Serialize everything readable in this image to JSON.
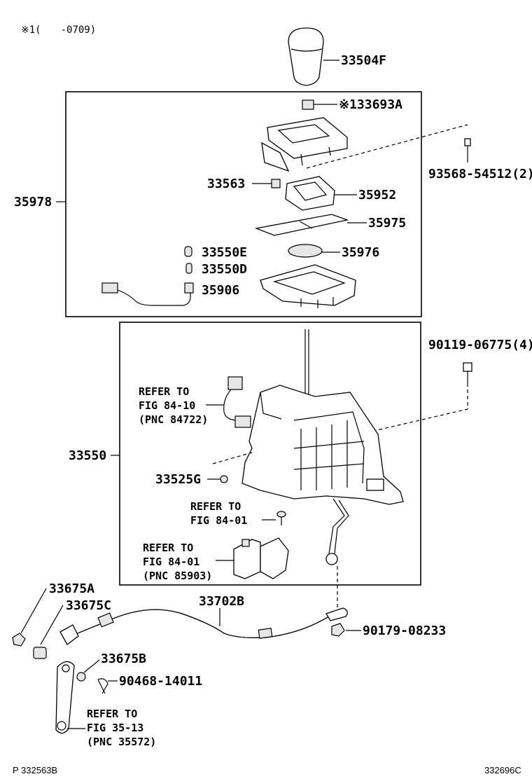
{
  "header_note": "※1(　　-0709)",
  "parts": {
    "p33504F": "33504F",
    "p33693A": "※133693A",
    "p93568": "93568-54512(2)",
    "p35978": "35978",
    "p33563": "33563",
    "p35952": "35952",
    "p35975": "35975",
    "p33550E": "33550E",
    "p35976": "35976",
    "p33550D": "33550D",
    "p35906": "35906",
    "p90119": "90119-06775(4)",
    "p33550": "33550",
    "p33525G": "33525G",
    "p33675A": "33675A",
    "p33675C": "33675C",
    "p33702B": "33702B",
    "p90179": "90179-08233",
    "p33675B": "33675B",
    "p90468": "90468-14011"
  },
  "refs": {
    "ref1": [
      "REFER TO",
      "FIG 84-10",
      "(PNC 84722)"
    ],
    "ref2": [
      "REFER TO",
      "FIG 84-01"
    ],
    "ref3": [
      "REFER TO",
      "FIG 84-01",
      "(PNC 85903)"
    ],
    "ref4": [
      "REFER TO",
      "FIG 35-13",
      "(PNC 35572)"
    ]
  },
  "footer": {
    "left": "P 332563B",
    "right": "332696C"
  }
}
